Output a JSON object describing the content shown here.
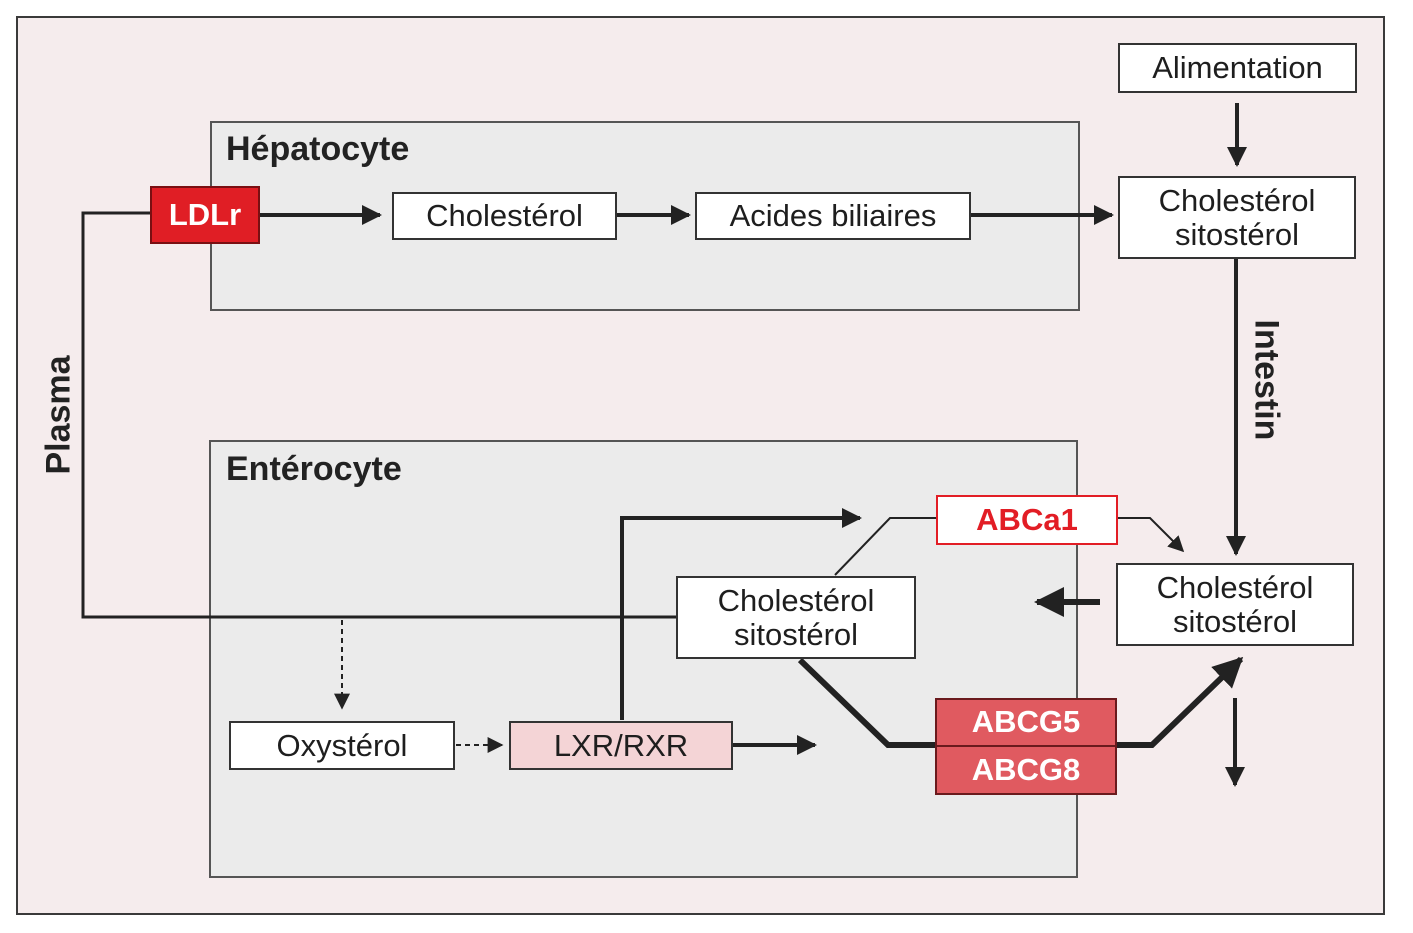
{
  "diagram": {
    "labels": {
      "hepatocyte": "Hépatocyte",
      "enterocyte": "Entérocyte",
      "plasma": "Plasma",
      "intestin": "Intestin"
    },
    "boxes": {
      "alimentation": "Alimentation",
      "ldlr": "LDLr",
      "cholesterol_hepato": "Cholestérol",
      "acides_biliaires": "Acides biliaires",
      "chol_sito_right_top": [
        "Cholestérol",
        "sitostérol"
      ],
      "chol_sito_right_mid": [
        "Cholestérol",
        "sitostérol"
      ],
      "chol_sito_entero": [
        "Cholestérol",
        "sitostérol"
      ],
      "abca1": "ABCa1",
      "abcg5": "ABCG5",
      "abcg8": "ABCG8",
      "oxysterol": "Oxystérol",
      "lxr_rxr": "LXR/RXR"
    },
    "colors": {
      "background": "#f5eced",
      "cell_fill": "#ebebeb",
      "ldlr_red": "#e01e25",
      "abcg_red": "#e05a60",
      "lxr_pink": "#f4d4d6",
      "abca1_text": "#e21d25"
    }
  }
}
